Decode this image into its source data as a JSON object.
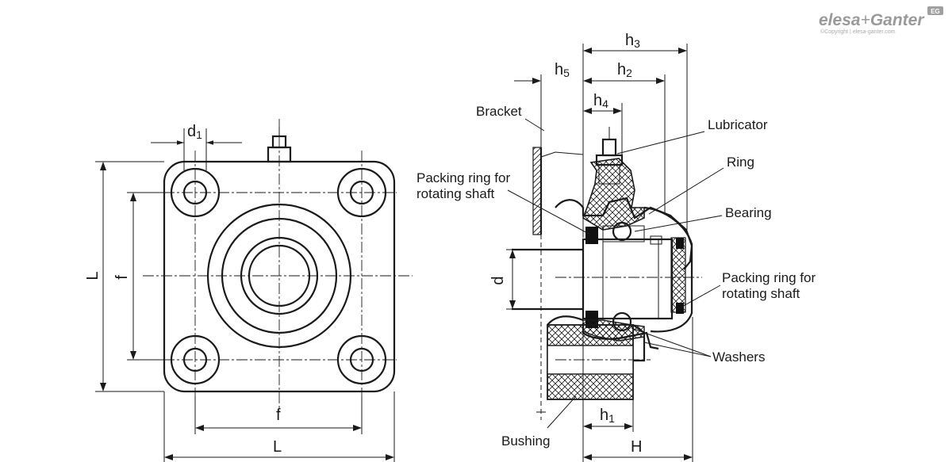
{
  "logo": {
    "brand_left": "elesa",
    "brand_plus": "+",
    "brand_right": "Ganter",
    "badge": "EG",
    "copyright": "©Copyright | elesa-ganter.com"
  },
  "front_view": {
    "dims": {
      "d1": "d",
      "d1_sub": "1",
      "f_horizontal": "f",
      "f_vertical": "f",
      "L_horizontal": "L",
      "L_vertical": "L"
    }
  },
  "section_view": {
    "dims": {
      "h3": "h",
      "h3_sub": "3",
      "h5": "h",
      "h5_sub": "5",
      "h2": "h",
      "h2_sub": "2",
      "h4": "h",
      "h4_sub": "4",
      "h1": "h",
      "h1_sub": "1",
      "d": "d",
      "H": "H"
    },
    "labels": {
      "bracket": "Bracket",
      "lubricator": "Lubricator",
      "ring": "Ring",
      "bearing": "Bearing",
      "packing_left_1": "Packing ring for",
      "packing_left_2": "rotating shaft",
      "packing_right_1": "Packing ring for",
      "packing_right_2": "rotating shaft",
      "washers": "Washers",
      "bushing": "Bushing"
    }
  }
}
